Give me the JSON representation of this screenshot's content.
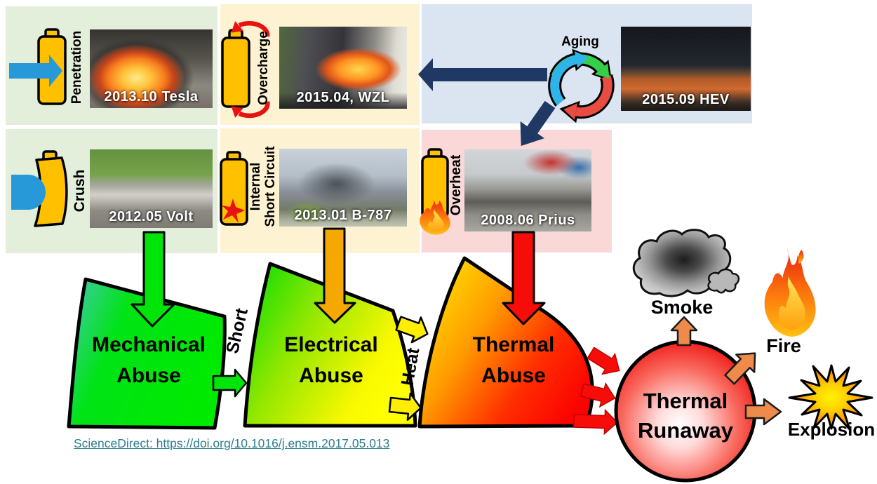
{
  "panels": {
    "penetration": {
      "label": "Penetration",
      "caption": "2013.10 Tesla"
    },
    "overcharge": {
      "label": "Overcharge",
      "caption": "2015.04, WZL"
    },
    "aging": {
      "label": "Aging",
      "caption": "2015.09 HEV"
    },
    "crush": {
      "label": "Crush",
      "caption": "2012.05 Volt"
    },
    "internal_short_circuit": {
      "label_line1": "Internal",
      "label_line2": "Short Circuit",
      "caption": "2013.01 B-787"
    },
    "overheat": {
      "label": "Overheat",
      "caption": "2008.06 Prius"
    }
  },
  "flow": {
    "mechanical_abuse": {
      "line1": "Mechanical",
      "line2": "Abuse"
    },
    "electrical_abuse": {
      "line1": "Electrical",
      "line2": "Abuse"
    },
    "thermal_abuse": {
      "line1": "Thermal",
      "line2": "Abuse"
    },
    "thermal_runaway": {
      "line1": "Thermal",
      "line2": "Runaway"
    },
    "short_label": "Short",
    "heat_label": "Heat"
  },
  "outcomes": {
    "smoke": "Smoke",
    "fire": "Fire",
    "explosion": "Explosion"
  },
  "source": {
    "link_text": "ScienceDirect: https://doi.org/10.1016/j.ensm.2017.05.013"
  },
  "colors": {
    "panel_green": "#e4efdb",
    "panel_cream": "#fdf2d1",
    "panel_blue": "#dbe5f1",
    "panel_pink": "#f9d8d7",
    "battery_yellow": "#ffc000",
    "arrow_blue": "#2798d8",
    "arrow_navy": "#1f3864",
    "arrow_green": "#00e40a",
    "arrow_orange": "#f5a800",
    "arrow_red": "#f60d09",
    "arrow_amber": "#ef8b4a",
    "heat_yellow": "#ffee00",
    "link_teal": "#2b7d90"
  }
}
